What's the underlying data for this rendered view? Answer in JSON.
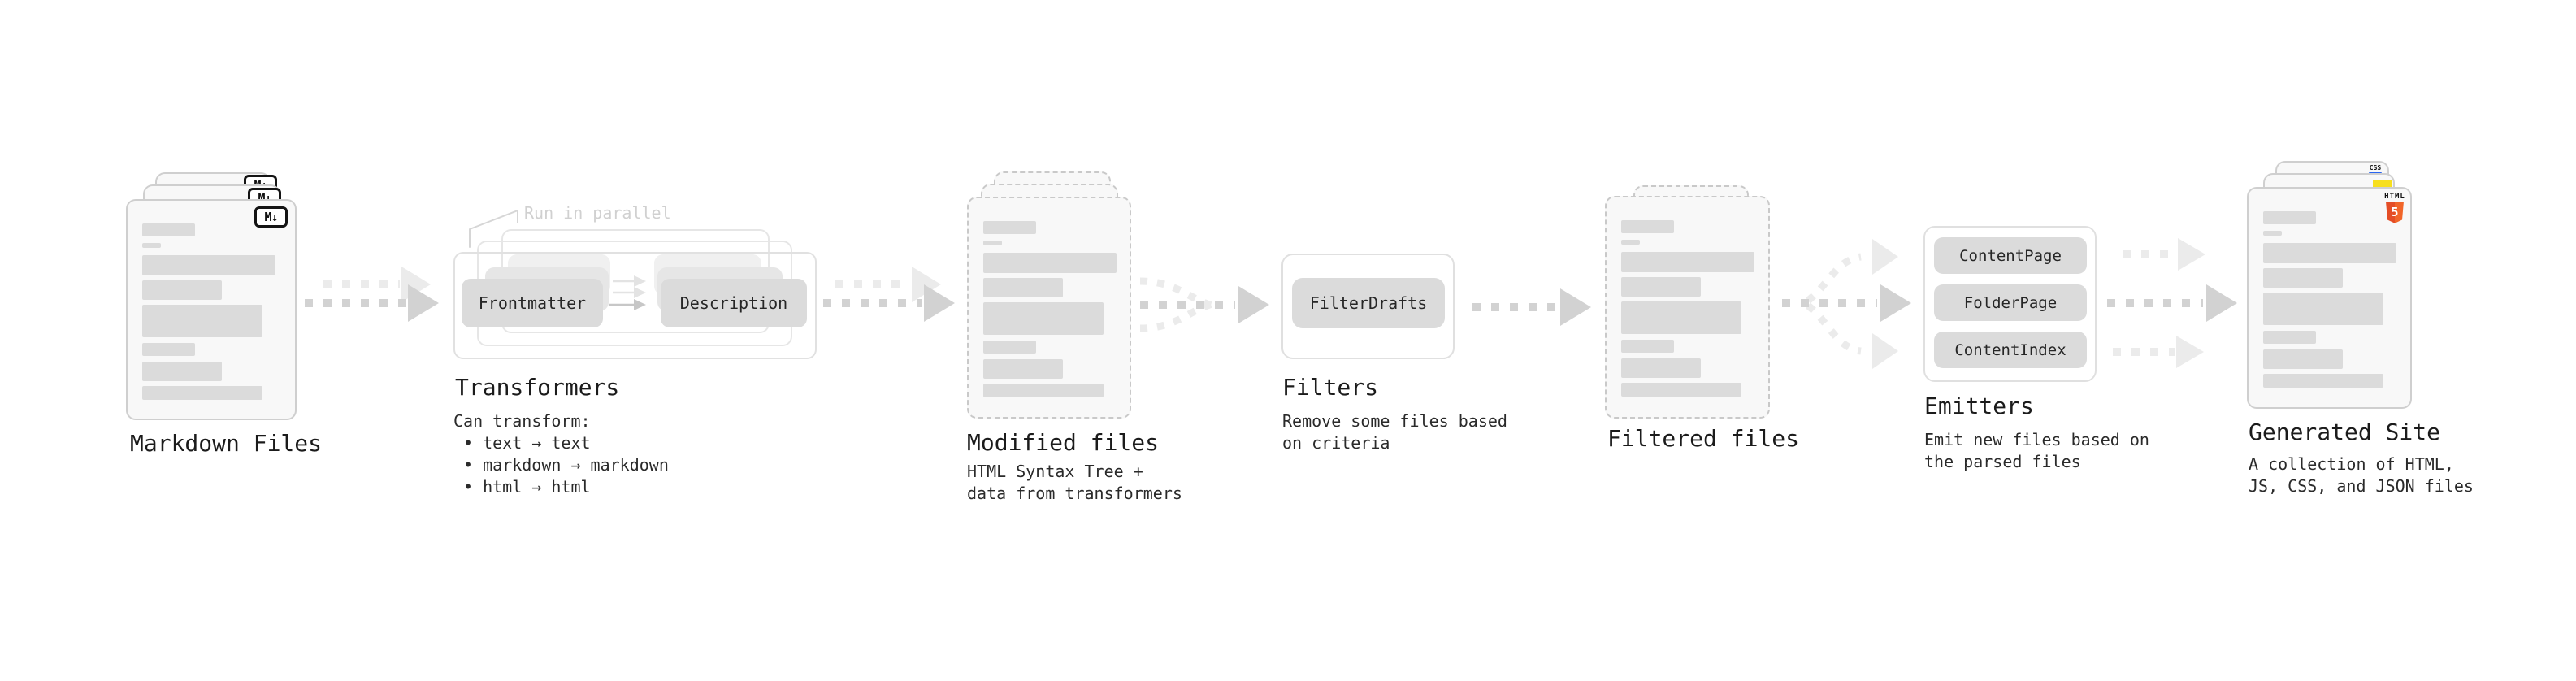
{
  "stages": {
    "markdown": {
      "label": "Markdown Files",
      "file_badge": "M↓"
    },
    "transformers": {
      "label": "Transformers",
      "annotation": "Run in parallel",
      "pill_left": "Frontmatter",
      "pill_right": "Description",
      "desc_title": "Can transform:",
      "bullets": [
        "• text → text",
        "• markdown → markdown",
        "• html → html"
      ]
    },
    "modified": {
      "label": "Modified files",
      "desc_lines": [
        "HTML Syntax Tree +",
        "data from transformers"
      ]
    },
    "filters": {
      "label": "Filters",
      "pill": "FilterDrafts",
      "desc_lines": [
        "Remove some files based",
        "on criteria"
      ]
    },
    "filtered": {
      "label": "Filtered files"
    },
    "emitters": {
      "label": "Emitters",
      "pills": [
        "ContentPage",
        "FolderPage",
        "ContentIndex"
      ],
      "desc_lines": [
        "Emit new files based on",
        "the parsed files"
      ]
    },
    "generated": {
      "label": "Generated Site",
      "html5_badge_text": "HTML",
      "html5_badge_number": "5",
      "css_badge_text": "CSS",
      "desc_lines": [
        "A collection of HTML,",
        "JS, CSS, and JSON files"
      ]
    }
  },
  "colors": {
    "accent_html5_orange": "#e44d26",
    "accent_js_yellow": "#f7df1e",
    "accent_css_blue": "#2965f1",
    "arrow_dark": "#d2d2d2",
    "arrow_light": "#ebebeb",
    "annotation_gray": "#d0d0d0"
  }
}
